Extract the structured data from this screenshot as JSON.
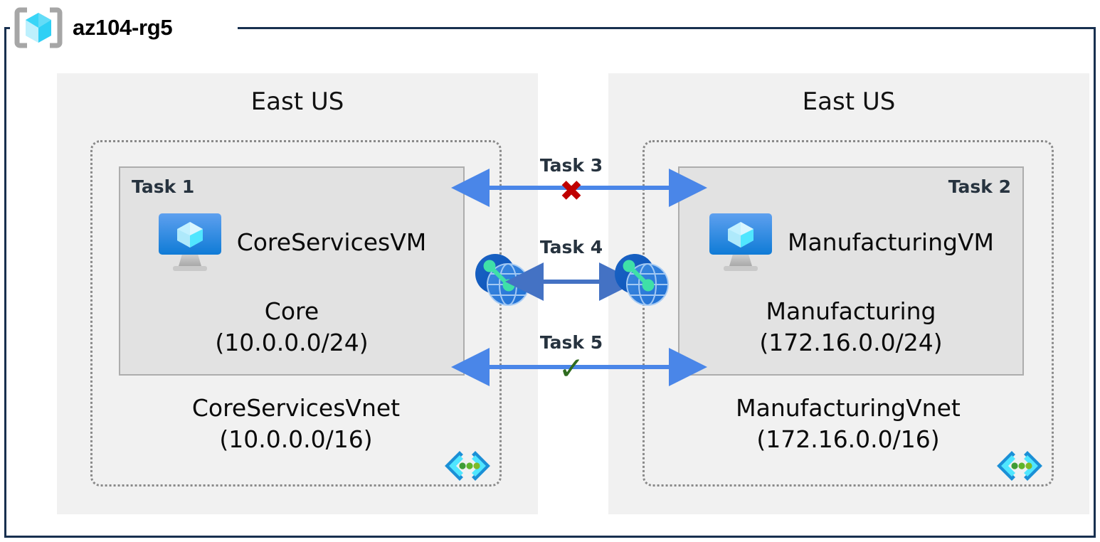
{
  "resource_group": {
    "name": "az104-rg5",
    "icon": "resource-group-cube-icon"
  },
  "regions": [
    {
      "id": "left",
      "label": "East US"
    },
    {
      "id": "right",
      "label": "East US"
    }
  ],
  "vnets": [
    {
      "id": "core-services-vnet",
      "name": "CoreServicesVnet",
      "cidr": "(10.0.0.0/16)",
      "label": "CoreServicesVnet\n(10.0.0.0/16)",
      "corner_icon": "vnet-icon",
      "subnet": {
        "task_tag": "Task 1",
        "task_tag_align": "left",
        "name": "Core",
        "cidr": "(10.0.0.0/24)",
        "label": "Core\n(10.0.0.0/24)",
        "vm": {
          "name": "CoreServicesVM",
          "icon": "virtual-machine-icon"
        }
      }
    },
    {
      "id": "manufacturing-vnet",
      "name": "ManufacturingVnet",
      "cidr": "(172.16.0.0/16)",
      "label": "ManufacturingVnet\n(172.16.0.0/16)",
      "corner_icon": "vnet-icon",
      "subnet": {
        "task_tag": "Task 2",
        "task_tag_align": "right",
        "name": "Manufacturing",
        "cidr": "(172.16.0.0/24)",
        "label": "Manufacturing\n(172.16.0.0/24)",
        "vm": {
          "name": "ManufacturingVM",
          "icon": "virtual-machine-icon"
        }
      }
    }
  ],
  "connectors": [
    {
      "id": "task-3",
      "label": "Task 3",
      "marker": "✖",
      "marker_kind": "blocked",
      "arrow_color": "#4a86e8",
      "style": "double-headed-arrow"
    },
    {
      "id": "task-4",
      "label": "Task 4",
      "marker": "",
      "marker_kind": "peering",
      "arrow_color": "#4472c4",
      "style": "double-headed-arrow",
      "endpoint_icon": "vnet-peering-icon"
    },
    {
      "id": "task-5",
      "label": "Task 5",
      "marker": "✓",
      "marker_kind": "allowed",
      "arrow_color": "#4a86e8",
      "style": "double-headed-arrow"
    }
  ],
  "colors": {
    "frame_border": "#18304f",
    "region_bg": "#f1f1f1",
    "vnet_border": "#8a8a8a",
    "subnet_bg": "#e2e2e2",
    "subnet_border": "#adadad",
    "arrow_bright": "#4a86e8",
    "arrow_muted": "#4472c4",
    "blocked": "#c00000",
    "allowed": "#2f6b1f",
    "label_dark": "#27333f"
  }
}
